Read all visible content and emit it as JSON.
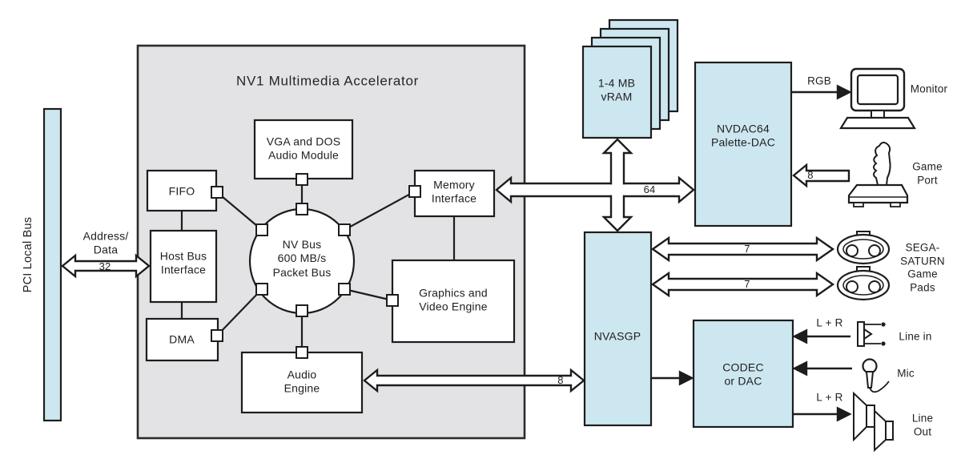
{
  "diagram": {
    "title": "NV1 Multimedia Accelerator",
    "pci_bus": "PCI Local Bus",
    "blocks": {
      "fifo": "FIFO",
      "host_bus": "Host Bus\nInterface",
      "dma": "DMA",
      "vga_audio": "VGA and DOS\nAudio Module",
      "nv_bus": "NV Bus\n600 MB/s\nPacket Bus",
      "memory": "Memory\nInterface",
      "graphics": "Graphics and\nVideo Engine",
      "audio": "Audio\nEngine",
      "vram": "1-4 MB\nvRAM",
      "nvdac": "NVDAC64\nPalette-DAC",
      "nvasgp": "NVASGP",
      "codec": "CODEC\nor DAC"
    },
    "buses": {
      "address_data": "Address/\nData",
      "pci_width": "32",
      "mem_width": "64",
      "gameport_width": "8",
      "pad1_width": "7",
      "pad2_width": "7",
      "audio_width": "8",
      "rgb": "RGB",
      "lr_in": "L + R",
      "lr_out": "L + R"
    },
    "peripherals": {
      "monitor": "Monitor",
      "game_port": "Game\nPort",
      "sega_pads": "SEGA-\nSATURN\nGame Pads",
      "line_in": "Line in",
      "mic": "Mic",
      "line_out": "Line Out"
    },
    "colors": {
      "chip_fill": "#cde7f0",
      "panel_fill": "#e3e3e5",
      "line": "#1d1d1d"
    }
  }
}
